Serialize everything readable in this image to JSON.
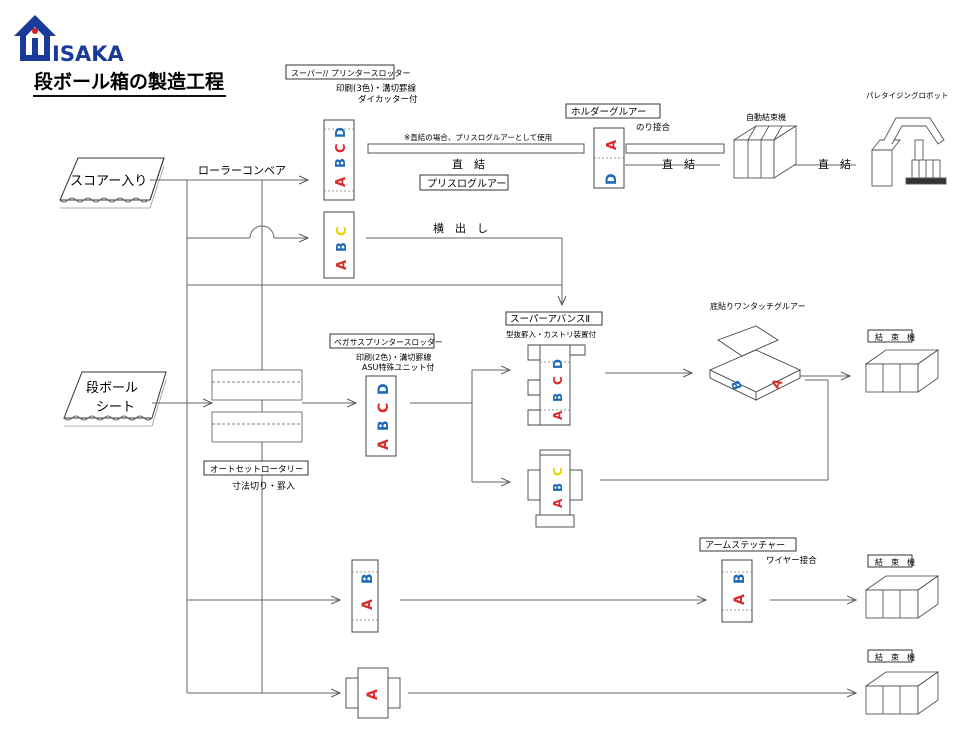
{
  "logo": {
    "text": "ISAKA",
    "colors": {
      "house": "#1a3a9a",
      "accent": "#d42020"
    }
  },
  "title": "段ボール箱の製造工程",
  "inputs": {
    "scorer": "スコアー入り",
    "sheet_line1": "段ボール",
    "sheet_line2": "シート"
  },
  "labels": {
    "roller_conveyor": "ローラーコンベア",
    "super_printer": "スーパー// プリンタースロッター",
    "super_printer_sub1": "印刷(3色)・溝切罫線",
    "super_printer_sub2": "ダイカッター付",
    "direct_note": "※直結の場合、プリスログルアーとして使用",
    "direct": "直　結",
    "prisuro": "プリスログルアー",
    "holder_gluer": "ホルダーグルアー",
    "nori": "のり接合",
    "auto_binder": "自動結束機",
    "palletizer": "パレタイジングロボット",
    "yokodashi": "横　出　し",
    "super_advance": "スーパーアバンスⅡ",
    "super_advance_sub": "型抜罫入・カストリ装置付",
    "one_touch": "底貼りワンタッチグルアー",
    "binder": "結　束　機",
    "pegasus": "ペガサスプリンタースロッター",
    "pegasus_sub1": "印刷(2色)・溝切罫線",
    "pegasus_sub2": "ASU特殊ユニット付",
    "auto_set": "オートセットロータリー",
    "auto_set_sub": "寸法切り・罫入",
    "arm_stitcher": "アームステッチャー",
    "wire": "ワイヤー接合"
  },
  "letters": {
    "A": "A",
    "B": "B",
    "C": "C",
    "D": "D"
  },
  "colors": {
    "A": "#e02a2a",
    "B": "#1f6ab8",
    "C": "#e9d200",
    "D": "#1f6ab8",
    "C_alt": "#1f6ab8"
  }
}
